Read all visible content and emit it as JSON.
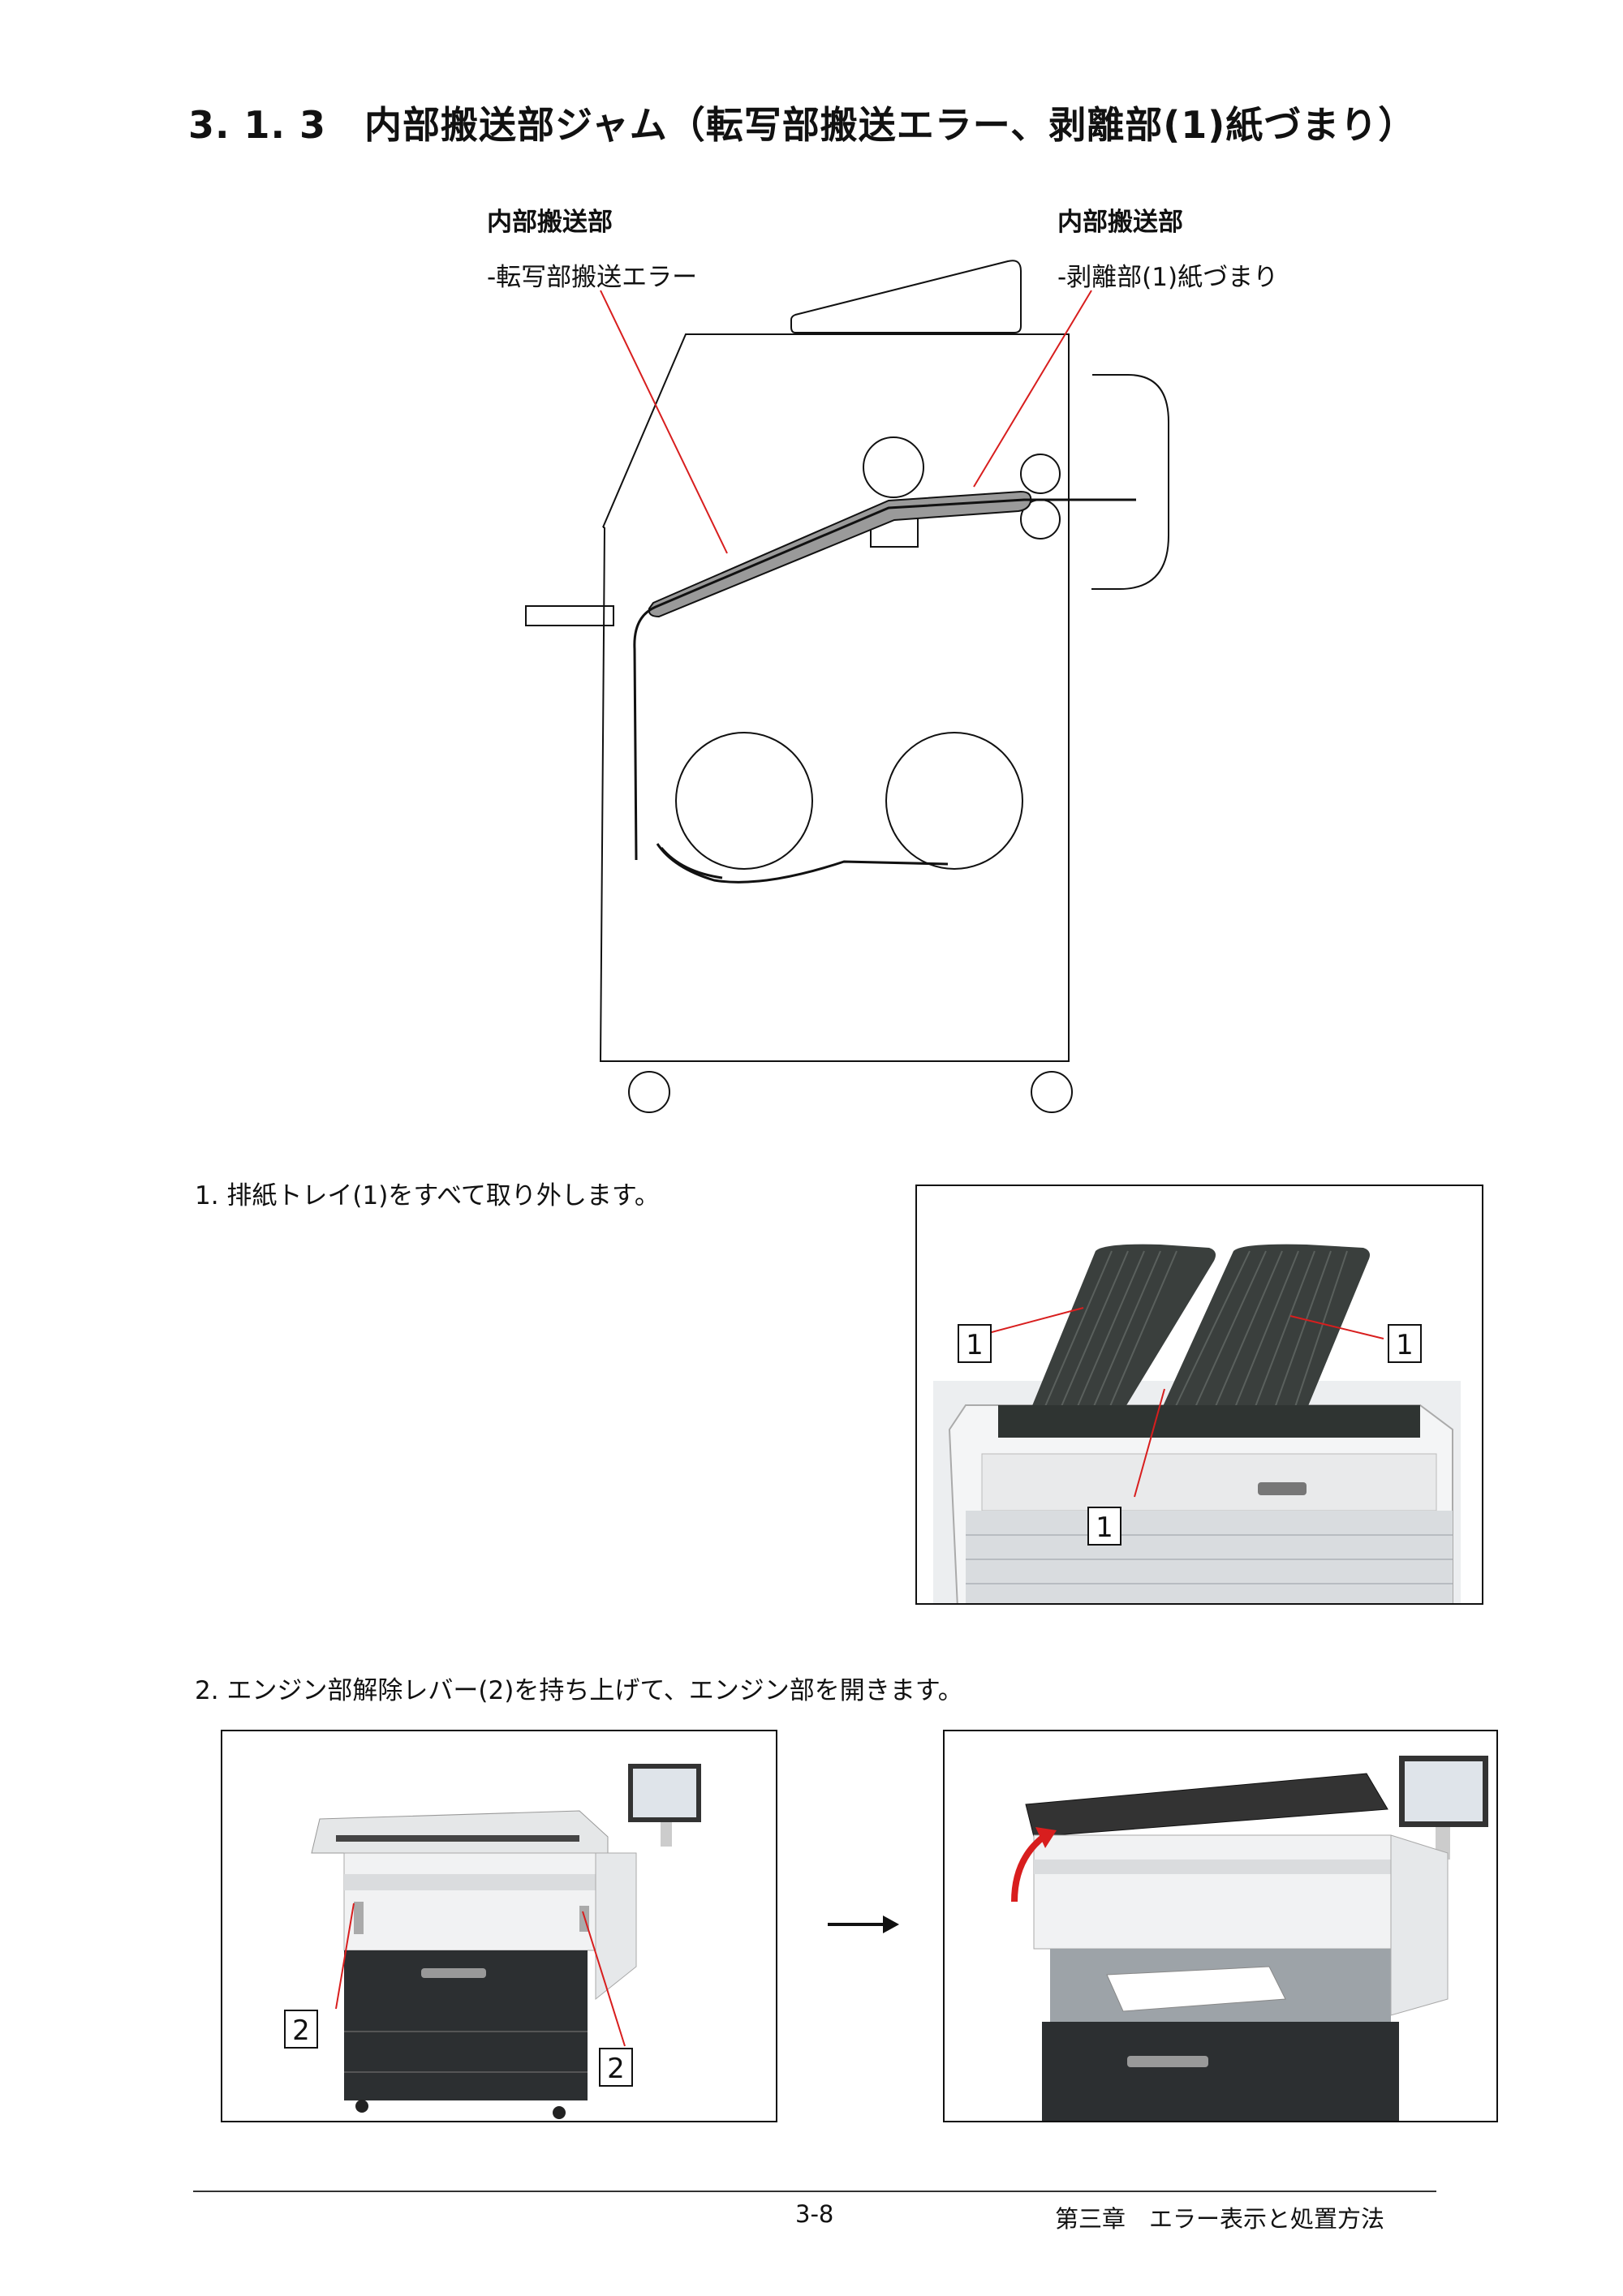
{
  "section_title": "3. 1. 3　内部搬送部ジャム（転写部搬送エラー、剥離部(1)紙づまり）",
  "diagram": {
    "left_label_line1": "内部搬送部",
    "left_label_line2": "-転写部搬送エラー",
    "right_label_line1": "内部搬送部",
    "right_label_line2": "-剥離部(1)紙づまり"
  },
  "steps": [
    {
      "text": "1.  排紙トレイ(1)をすべて取り外します。",
      "callouts": [
        "1",
        "1",
        "1"
      ]
    },
    {
      "text": "2.  エンジン部解除レバー(2)を持ち上げて、エンジン部を開きます。",
      "callouts": [
        "2",
        "2"
      ]
    }
  ],
  "arrow_icon": "right-arrow-icon",
  "footer": {
    "page_number": "3-8",
    "chapter": "第三章　エラー表示と処置方法"
  },
  "colors": {
    "accent_red": "#d81e1e",
    "paper_path_gray": "#9a9a9a"
  }
}
